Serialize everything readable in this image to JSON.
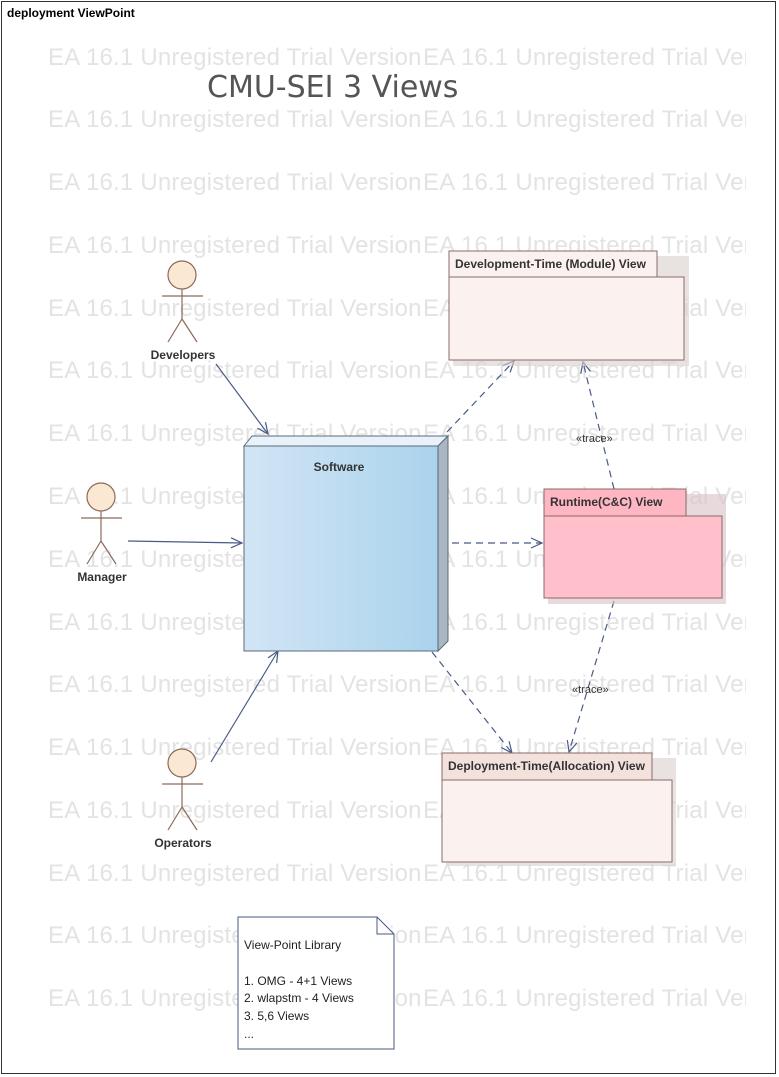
{
  "frame": {
    "label": "deployment ViewPoint"
  },
  "title": "CMU-SEI 3 Views",
  "watermark": "EA 16.1 Unregistered Trial Version",
  "actors": [
    {
      "id": "developers",
      "name": "Developers"
    },
    {
      "id": "manager",
      "name": "Manager"
    },
    {
      "id": "operators",
      "name": "Operators"
    }
  ],
  "node": {
    "name": "Software"
  },
  "packages": [
    {
      "id": "dev",
      "name": "Development-Time (Module) View"
    },
    {
      "id": "runtime",
      "name": "Runtime(C&C) View"
    },
    {
      "id": "deploy",
      "name": "Deployment-Time(Allocation) View"
    }
  ],
  "relations": [
    {
      "from": "developers",
      "to": "software",
      "type": "association"
    },
    {
      "from": "manager",
      "to": "software",
      "type": "association"
    },
    {
      "from": "operators",
      "to": "software",
      "type": "association"
    },
    {
      "from": "software",
      "to": "dev",
      "type": "dependency"
    },
    {
      "from": "software",
      "to": "runtime",
      "type": "dependency"
    },
    {
      "from": "software",
      "to": "deploy",
      "type": "dependency"
    },
    {
      "from": "runtime",
      "to": "dev",
      "type": "trace",
      "label": "«trace»"
    },
    {
      "from": "runtime",
      "to": "deploy",
      "type": "trace",
      "label": "«trace»"
    }
  ],
  "note": {
    "title": "View-Point Library",
    "items": [
      "1.  OMG - 4+1 Views",
      "2. wlapstm - 4 Views",
      "3. 5,6 Views",
      "..."
    ]
  },
  "colors": {
    "node_fill": "#b8d8ef",
    "package_fill": "#fbf1ee",
    "runtime_fill": "#ffbfcb",
    "actor_fill": "#fbe8d3",
    "line": "#4a5a86"
  }
}
